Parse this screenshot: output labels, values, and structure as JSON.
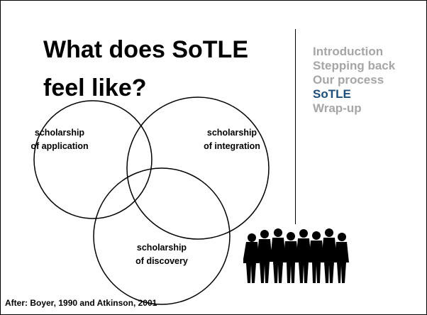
{
  "slide": {
    "title": "What does SoTLE\nfeel like?",
    "nav": [
      {
        "label": "Introduction",
        "active": false
      },
      {
        "label": "Stepping back",
        "active": false
      },
      {
        "label": "Our process",
        "active": false
      },
      {
        "label": "SoTLE",
        "active": true
      },
      {
        "label": "Wrap-up",
        "active": false
      }
    ],
    "venn": {
      "circles": [
        {
          "line1": "scholarship",
          "line2": "of application"
        },
        {
          "line1": "scholarship",
          "line2": "of integration"
        },
        {
          "line1": "scholarship",
          "line2": "of discovery"
        }
      ]
    },
    "citation": "After: Boyer, 1990 and Atkinson, 2001",
    "colors": {
      "nav_inactive": "#a6a6a6",
      "nav_active": "#1f4e79",
      "title": "#000000"
    },
    "icons": {
      "people": "people-silhouettes"
    }
  }
}
